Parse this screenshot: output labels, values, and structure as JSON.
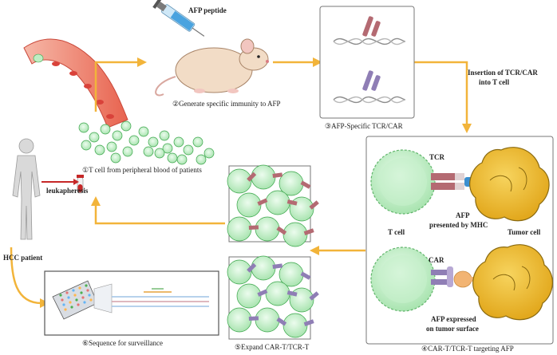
{
  "labels": {
    "afp_peptide": "AFP peptide",
    "step2": "②Generate specific immunity to AFP",
    "step3": "③AFP-Specific TCR/CAR",
    "insertion_line1": "Insertion of TCR/CAR",
    "insertion_line2": "into T cell",
    "step1": "①T cell from peripheral blood of patients",
    "leukapheresis": "leukapheresis",
    "hcc_patient": "HCC patient",
    "tcr": "TCR",
    "t_cell": "T cell",
    "afp_mhc_line1": "AFP",
    "afp_mhc_line2": "presented by MHC",
    "tumor_cell": "Tumor cell",
    "car": "CAR",
    "afp_surface_line1": "AFP expressed",
    "afp_surface_line2": "on tumor surface",
    "step4": "④CAR-T/TCR-T targeting AFP",
    "step5": "⑤Expand CAR-T/TCR-T",
    "step6": "⑥Sequence for surveillance"
  },
  "colors": {
    "arrow": "#f2b43a",
    "tcell_fill": "#bfeec4",
    "tcell_stroke": "#3aa54a",
    "tumor_fill": "#f3c23a",
    "tumor_stroke": "#8a6a10",
    "vessel": "#e35a4a",
    "receptor_red": "#b46a72",
    "receptor_purple": "#8f7eb5",
    "mhc_blue": "#3b8fd0",
    "afp_orange": "#f2b473"
  },
  "icons": [
    "syringe-icon",
    "mouse-icon",
    "human-body-icon",
    "blood-tube-icon",
    "dna-icon",
    "sequencing-chip-icon"
  ]
}
